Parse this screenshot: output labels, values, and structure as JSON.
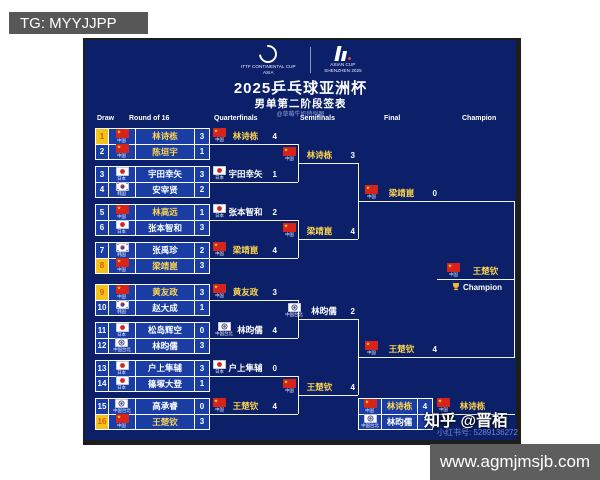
{
  "overlay": {
    "tg_watermark": "TG: MYYJJPP",
    "site_watermark": "www.agmjmsjb.com",
    "zhihu_watermark": "知乎 @晋栢",
    "xhs_watermark": "小红书号: 5289136272"
  },
  "header": {
    "logo_left_caption_1": "ITTF CONTINENTAL CUP",
    "logo_left_caption_2": "ASIA",
    "logo_right_caption_1": "ASIAN CUP",
    "logo_right_caption_2": "SHENZHEN 2025",
    "title": "2025乒乓球亚洲杯",
    "subtitle": "男单第二阶段签表",
    "credit": "@草莓牛奶特别图"
  },
  "columns": [
    "Draw",
    "Round of 16",
    "Quarterfinals",
    "Semifinals",
    "Final",
    "Champion"
  ],
  "colors": {
    "panel_blue": "#0b2068",
    "cell_blue": "#1a3da4",
    "seed_yellow": "#f2c31b",
    "gold_name": "#ffd54f"
  },
  "rounds": {
    "r16": [
      {
        "seed": "1",
        "seeded": true,
        "country": "中国",
        "flag": "cn",
        "name": "林诗栋",
        "score": "3",
        "cn": true
      },
      {
        "seed": "2",
        "seeded": false,
        "country": "中国",
        "flag": "cn",
        "name": "陈垣宇",
        "score": "1",
        "cn": true
      },
      {
        "seed": "3",
        "seeded": false,
        "country": "日本",
        "flag": "jp",
        "name": "宇田幸矢",
        "score": "3",
        "cn": false
      },
      {
        "seed": "4",
        "seeded": false,
        "country": "韩国",
        "flag": "kr",
        "name": "安宰贤",
        "score": "2",
        "cn": false
      },
      {
        "seed": "5",
        "seeded": false,
        "country": "中国",
        "flag": "cn",
        "name": "林高远",
        "score": "1",
        "cn": true
      },
      {
        "seed": "6",
        "seeded": false,
        "country": "日本",
        "flag": "jp",
        "name": "张本智和",
        "score": "3",
        "cn": false
      },
      {
        "seed": "7",
        "seeded": false,
        "country": "韩国",
        "flag": "kr",
        "name": "张禹珍",
        "score": "2",
        "cn": false
      },
      {
        "seed": "8",
        "seeded": true,
        "country": "中国",
        "flag": "cn",
        "name": "梁靖崑",
        "score": "3",
        "cn": true
      },
      {
        "seed": "9",
        "seeded": true,
        "country": "中国",
        "flag": "cn",
        "name": "黄友政",
        "score": "3",
        "cn": true
      },
      {
        "seed": "10",
        "seeded": false,
        "country": "韩国",
        "flag": "kr",
        "name": "赵大成",
        "score": "1",
        "cn": false
      },
      {
        "seed": "11",
        "seeded": false,
        "country": "日本",
        "flag": "jp",
        "name": "松岛辉空",
        "score": "0",
        "cn": false
      },
      {
        "seed": "12",
        "seeded": false,
        "country": "中国台北",
        "flag": "tpe",
        "name": "林昀儒",
        "score": "3",
        "cn": false
      },
      {
        "seed": "13",
        "seeded": false,
        "country": "日本",
        "flag": "jp",
        "name": "户上隼辅",
        "score": "3",
        "cn": false
      },
      {
        "seed": "14",
        "seeded": false,
        "country": "日本",
        "flag": "jp",
        "name": "篠塚大登",
        "score": "1",
        "cn": false
      },
      {
        "seed": "15",
        "seeded": false,
        "country": "中国台北",
        "flag": "tpe",
        "name": "高承睿",
        "score": "0",
        "cn": false
      },
      {
        "seed": "16",
        "seeded": true,
        "country": "中国",
        "flag": "cn",
        "name": "王楚钦",
        "score": "3",
        "cn": true
      }
    ],
    "quarterfinals": [
      {
        "country": "中国",
        "flag": "cn",
        "name": "林诗栋",
        "score": "4",
        "cn": true
      },
      {
        "country": "日本",
        "flag": "jp",
        "name": "宇田幸矢",
        "score": "1",
        "cn": false
      },
      {
        "country": "日本",
        "flag": "jp",
        "name": "张本智和",
        "score": "2",
        "cn": false
      },
      {
        "country": "中国",
        "flag": "cn",
        "name": "梁靖崑",
        "score": "4",
        "cn": true
      },
      {
        "country": "中国",
        "flag": "cn",
        "name": "黄友政",
        "score": "3",
        "cn": true
      },
      {
        "country": "中国台北",
        "flag": "tpe",
        "name": "林昀儒",
        "score": "4",
        "cn": false
      },
      {
        "country": "日本",
        "flag": "jp",
        "name": "户上隼辅",
        "score": "0",
        "cn": false
      },
      {
        "country": "中国",
        "flag": "cn",
        "name": "王楚钦",
        "score": "4",
        "cn": true
      }
    ],
    "semifinals": [
      {
        "country": "中国",
        "flag": "cn",
        "name": "林诗栋",
        "score": "3",
        "cn": true
      },
      {
        "country": "中国",
        "flag": "cn",
        "name": "梁靖崑",
        "score": "4",
        "cn": true
      },
      {
        "country": "中国台北",
        "flag": "tpe",
        "name": "林昀儒",
        "score": "2",
        "cn": false
      },
      {
        "country": "中国",
        "flag": "cn",
        "name": "王楚钦",
        "score": "4",
        "cn": true
      }
    ],
    "final": [
      {
        "country": "中国",
        "flag": "cn",
        "name": "梁靖崑",
        "score": "0",
        "cn": true
      },
      {
        "country": "中国",
        "flag": "cn",
        "name": "王楚钦",
        "score": "4",
        "cn": true
      }
    ],
    "champion": {
      "country": "中国",
      "flag": "cn",
      "name": "王楚钦",
      "cn": true,
      "label": "Champion"
    },
    "third_place": {
      "rows": [
        {
          "country": "中国",
          "flag": "cn",
          "name": "林诗栋",
          "score": "4",
          "cn": true
        },
        {
          "country": "中国台北",
          "flag": "tpe",
          "name": "林昀儒",
          "score": "",
          "cn": false
        }
      ],
      "winner": {
        "country": "中国",
        "flag": "cn",
        "name": "林诗栋",
        "cn": true
      }
    }
  }
}
